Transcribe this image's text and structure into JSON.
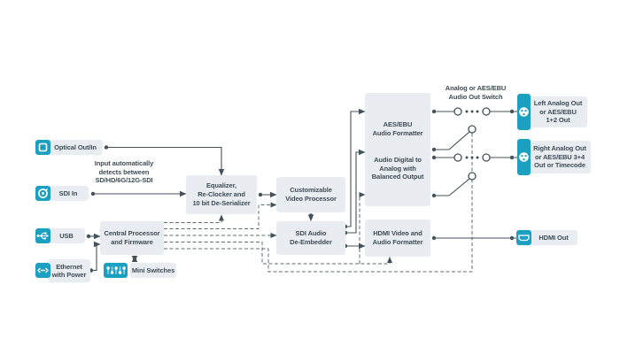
{
  "colors": {
    "teal": "#1BA0C2",
    "box_fill": "#E9EDF1",
    "text": "#3E4C55",
    "solid_line": "#44525B",
    "dashed_line": "#5E6D76"
  },
  "inputs": {
    "optical": {
      "label": "Optical Out/In",
      "icon": "optical-icon"
    },
    "sdi_in": {
      "label": "SDI In",
      "icon": "bnc-icon"
    },
    "usb": {
      "label": "USB",
      "icon": "usb-icon"
    },
    "ethernet": {
      "label": "Ethernet\nwith Power",
      "icon": "ethernet-icon"
    },
    "mini_switches": {
      "label": "Mini Switches",
      "icon": "dip-switches-icon"
    }
  },
  "blocks": {
    "central_processor": "Central Processor\nand Firmware",
    "equalizer": "Equalizer,\nRe-Clocker and\n10 bit De-Serializer",
    "video_processor": "Customizable\nVideo Processor",
    "sdi_audio": "SDI Audio\nDe-Embedder",
    "aes_ebu": "AES/EBU\nAudio Formatter",
    "audio_dac": "Audio Digital to\nAnalog with\nBalanced Output",
    "hdmi_formatter": "HDMI Video and\nAudio Formatter"
  },
  "notes": {
    "auto_detect": "Input automatically\ndetects between\nSD/HD/6G/12G-SDI",
    "audio_switch": "Analog or AES/EBU\nAudio Out Switch"
  },
  "outputs": {
    "left_analog": {
      "label": "Left Analog Out\nor AES/EBU\n1+2 Out",
      "icon": "xlr-icon"
    },
    "right_analog": {
      "label": "Right Analog Out\nor AES/EBU 3+4\nOut or Timecode",
      "icon": "xlr-icon"
    },
    "hdmi_out": {
      "label": "HDMI Out",
      "icon": "hdmi-icon"
    }
  }
}
